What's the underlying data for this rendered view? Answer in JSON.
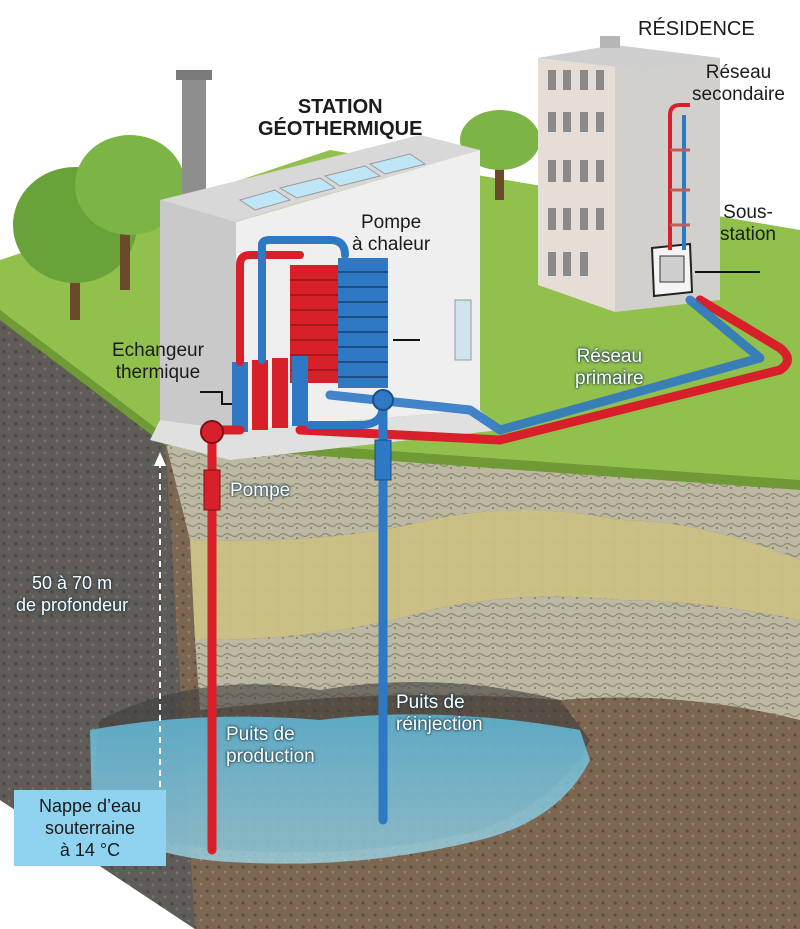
{
  "labels": {
    "residence": "RÉSIDENCE",
    "reseau_secondaire": "Réseau\nsecondaire",
    "station": "STATION\nGÉOTHERMIQUE",
    "pompe_chaleur": "Pompe\nà chaleur",
    "sous_station": "Sous-\nstation",
    "echangeur": "Echangeur\nthermique",
    "reseau_primaire": "Réseau\nprimaire",
    "pompe": "Pompe",
    "profondeur": "50 à 70 m\nde profondeur",
    "puits_reinjection": "Puits de\nréinjection",
    "puits_production": "Puits de\nproduction",
    "nappe": "Nappe d’eau\nsouterraine\nà 14 °C"
  },
  "colors": {
    "hot_pipe": "#d8202a",
    "cold_pipe": "#2f78c4",
    "water": "#8fd3f0",
    "grass": "#8fbf4a",
    "soil": "#7a6650",
    "rock": "#b9b39c",
    "sand": "#d8cf8c"
  }
}
